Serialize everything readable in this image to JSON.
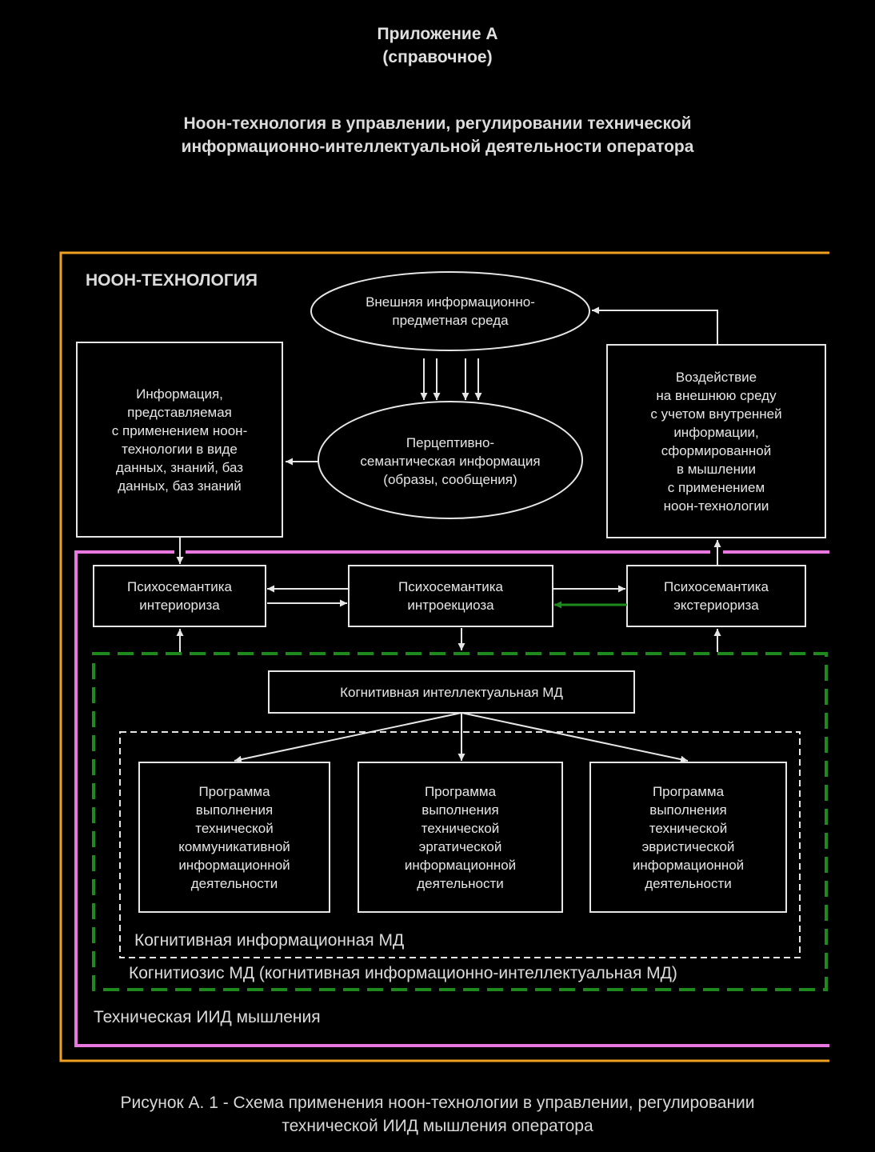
{
  "appendix": {
    "line1": "Приложение А",
    "line2": "(справочное)"
  },
  "title": {
    "line1": "Ноон-технология в управлении, регулировании технической",
    "line2": "информационно-интеллектуальной деятельности оператора"
  },
  "diagram": {
    "noon_label": "НООН-ТЕХНОЛОГИЯ",
    "env": "Внешняя информационно-\nпредметная среда",
    "percept": "Перцептивно-\nсемантическая информация\n(образы, сообщения)",
    "info": "Информация,\nпредставляемая\nс применением ноон-\nтехнологии в виде\nданных, знаний, баз\nданных, баз знаний",
    "impact": "Воздействие\nна внешнюю среду\nс учетом внутренней\nинформации,\nсформированной\nв мышлении\nс применением\nноон-технологии",
    "interior": "Психосемантика\nинтериориза",
    "introec": "Психосемантика\nинтроекциоза",
    "exterior": "Психосемантика\nэкстериориза",
    "cognitive_intel": "Когнитивная интеллектуальная МД",
    "prog1": "Программа\nвыполнения\nтехнической\nкоммуникативной\nинформационной\nдеятельности",
    "prog2": "Программа\nвыполнения\nтехнической\nэргатической\nинформационной\nдеятельности",
    "prog3": "Программа\nвыполнения\nтехнической\nэвристической\nинформационной\nдеятельности",
    "cognitive_info_label": "Когнитивная информационная МД",
    "cognitiosis_label": "Когнитиозис МД (когнитивная информационно-интеллектуальная МД)",
    "technical_label": "Техническая ИИД мышления"
  },
  "caption": {
    "line1": "Рисунок А. 1 - Схема применения ноон-технологии в управлении, регулировании",
    "line2": "технической ИИД мышления оператора"
  }
}
